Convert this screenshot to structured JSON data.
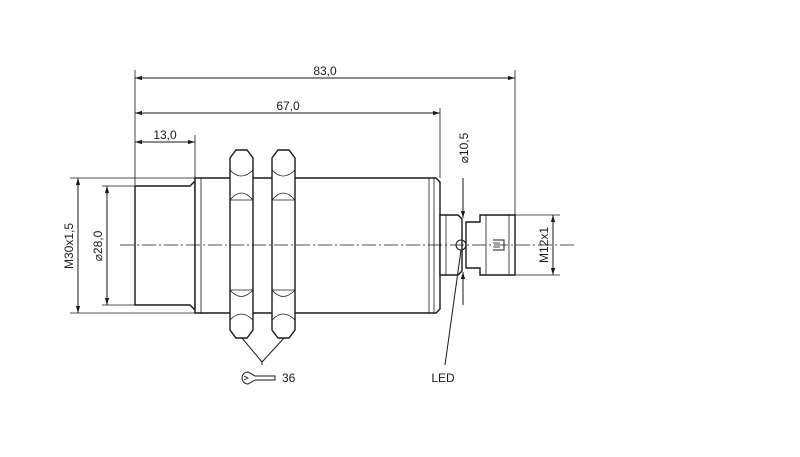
{
  "dimensions": {
    "overall_length": "83,0",
    "housing_length": "67,0",
    "sensing_face_length": "13,0",
    "thread": "M30x1,5",
    "face_diameter": "28,0",
    "cable_diameter": "10,5",
    "connector_thread": "M12x1",
    "wrench_size": "36"
  },
  "labels": {
    "led": "LED"
  },
  "symbols": {
    "diameter": "⌀",
    "wrench": "wrench-icon"
  }
}
